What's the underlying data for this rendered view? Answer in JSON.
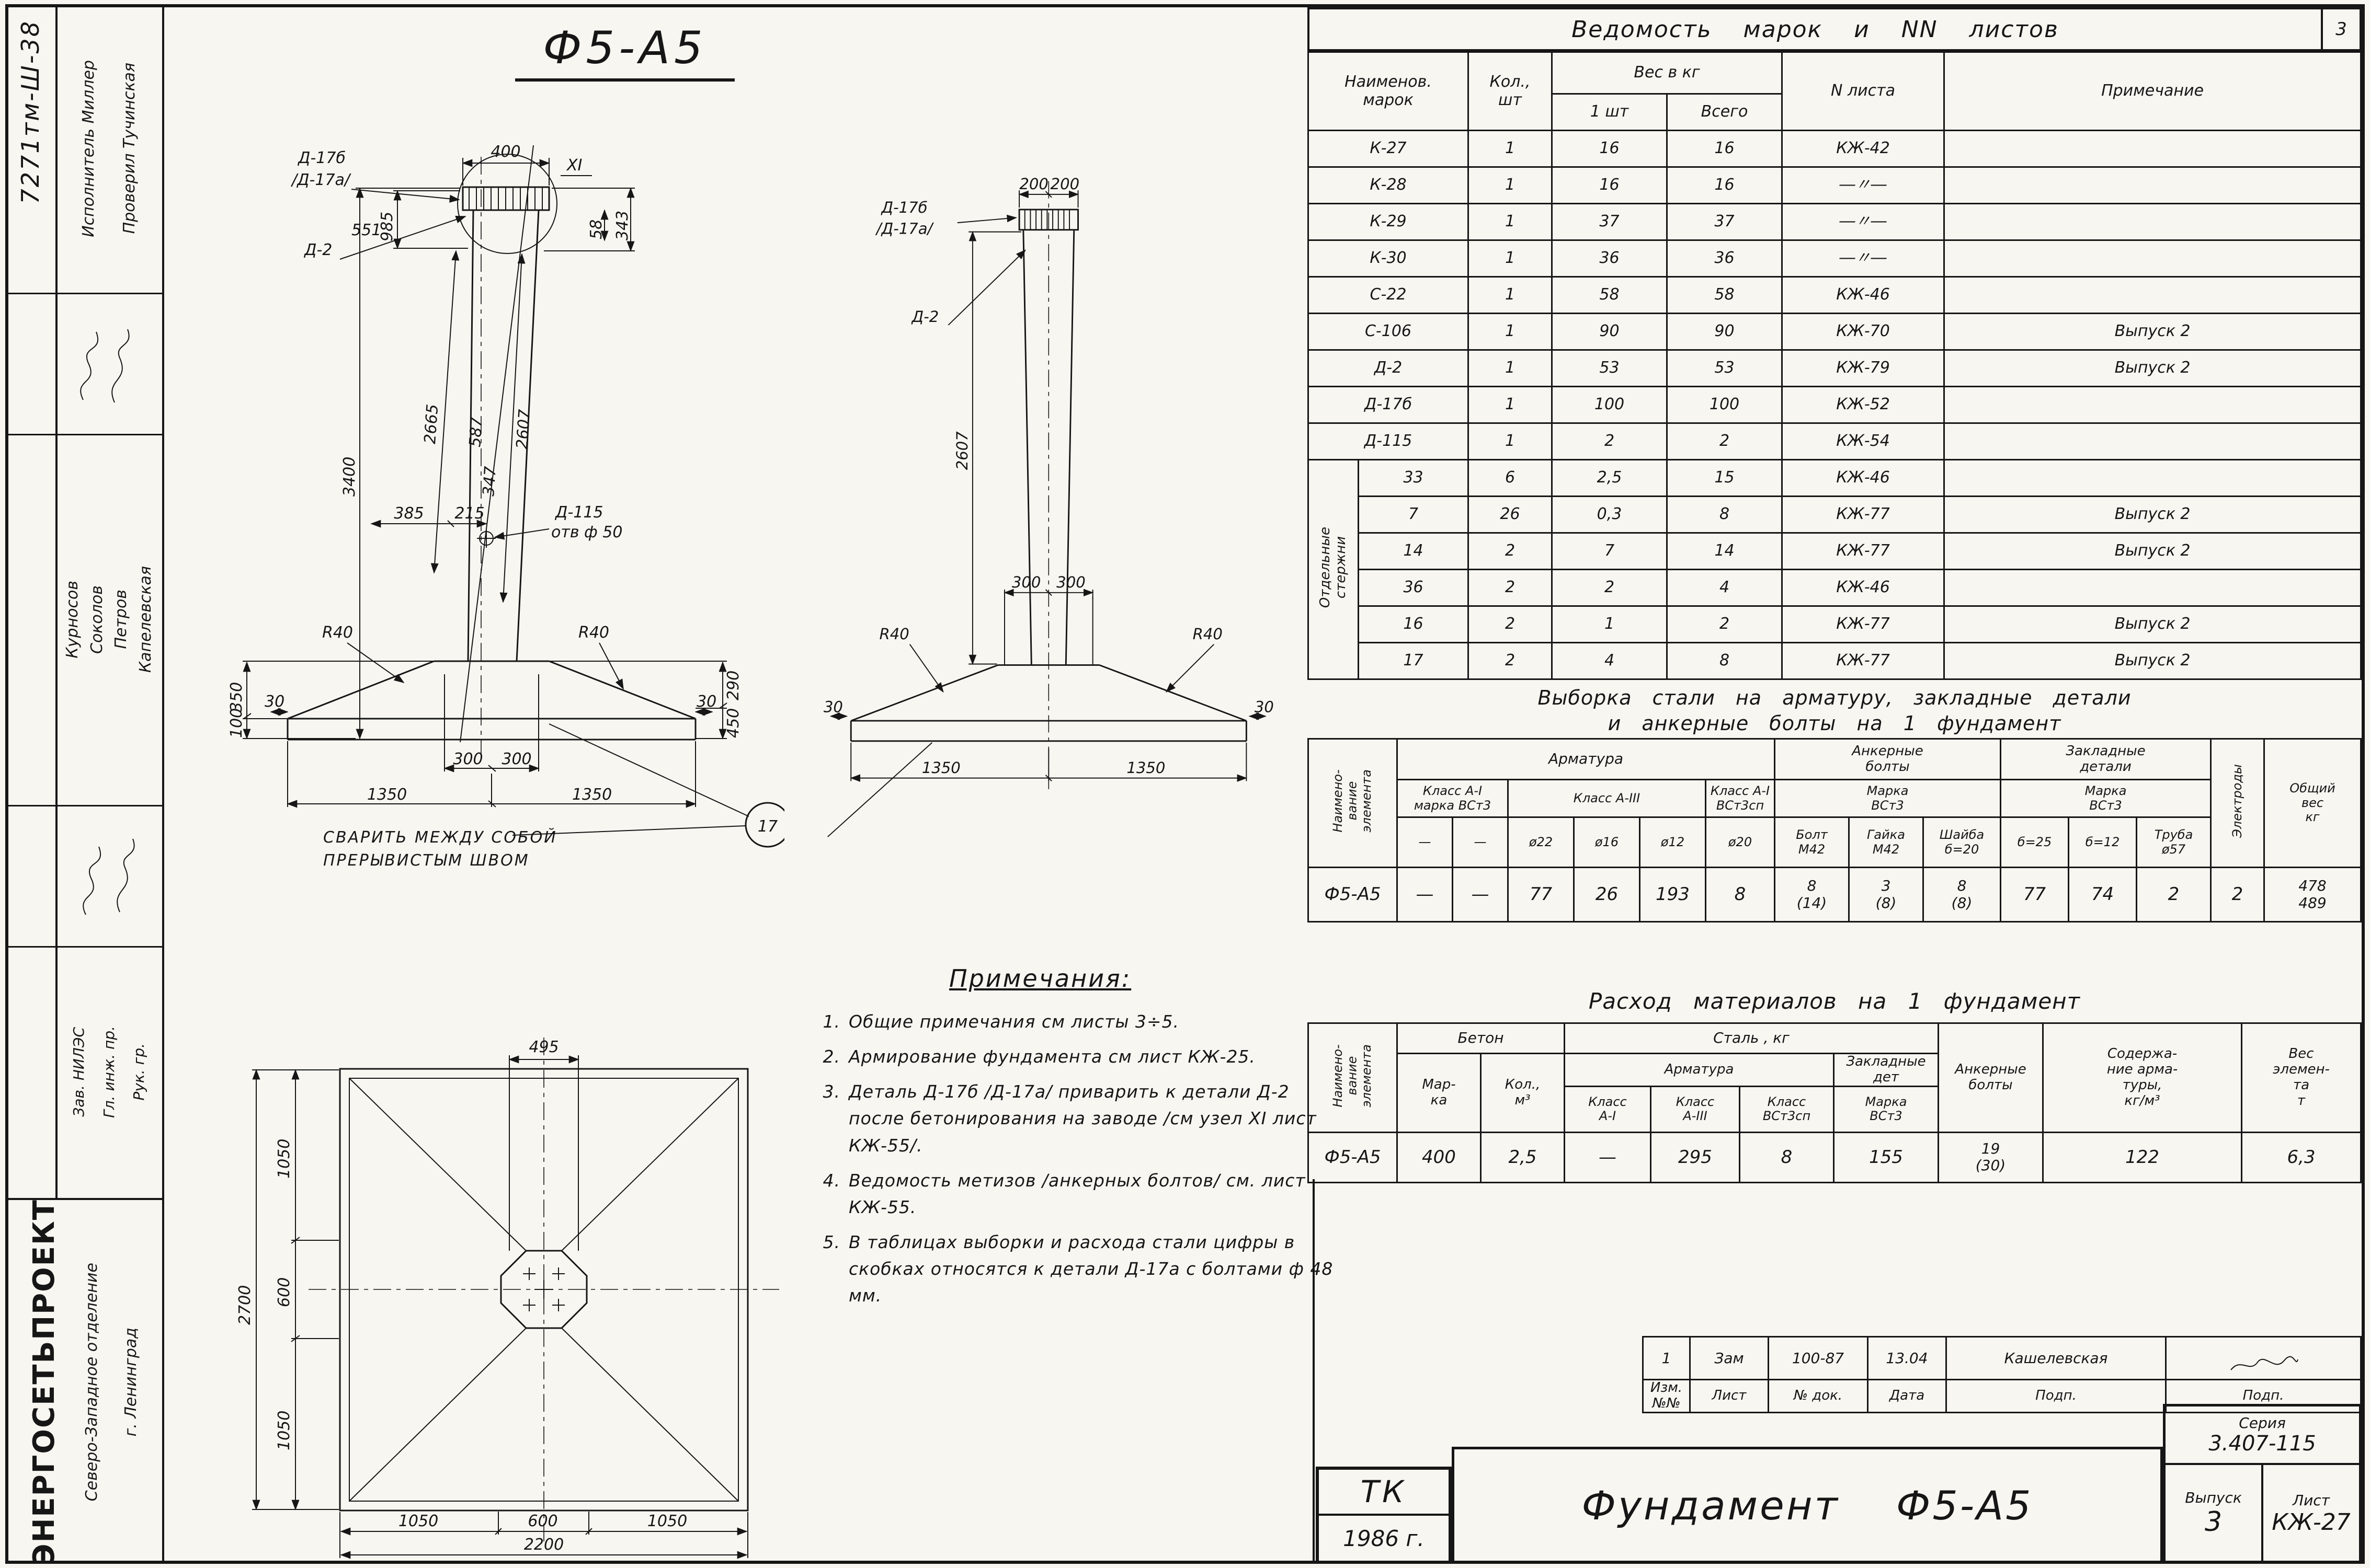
{
  "margin": {
    "doc_no": "7271тм-Ш-38",
    "sig_executor": "Исполнитель Миллер",
    "sig_checker": "Проверил Тучинская",
    "names": [
      "Курносов",
      "Соколов",
      "Петров",
      "Капелевская"
    ],
    "roles": [
      "Зав. НИЛЭС",
      "Гл. инж. пр.",
      "Рук. гр."
    ],
    "org_name": "ЭНЕРГОСЕТЬПРОЕКТ",
    "org_branch": "Северо-Западное отделение",
    "org_city": "г. Ленинград"
  },
  "drawing": {
    "title": "Ф5-А5",
    "front": {
      "d400": "400",
      "d985": "985",
      "d343": "343",
      "d58": "58",
      "d551": "551",
      "d2665": "2665",
      "d2607": "2607",
      "d587": "587",
      "d347": "347",
      "d3400": "3400",
      "d385": "385",
      "d215": "215",
      "lbl_d115": "Д-115",
      "lbl_otv": "отв ф 50",
      "r40_left": "R40",
      "r40_right": "R40",
      "d30_left": "30",
      "d30_right": "30",
      "d350": "350",
      "d100": "100",
      "d290": "290",
      "d450": "450",
      "d300a": "300",
      "d300b": "300",
      "d1350a": "1350",
      "d1350b": "1350",
      "lbl_d17b": "Д-17б",
      "lbl_d17a": "/Д-17а/",
      "lbl_d2": "Д-2",
      "node": "XI"
    },
    "side": {
      "d200a": "200",
      "d200b": "200",
      "lbl_d17b": "Д-17б",
      "lbl_d17a": "/Д-17а/",
      "lbl_d2": "Д-2",
      "d2607": "2607",
      "d300a": "300",
      "d300b": "300",
      "r40_left": "R40",
      "r40_right": "R40",
      "d30_left": "30",
      "d30_right": "30",
      "d1350a": "1350",
      "d1350b": "1350"
    },
    "plan": {
      "d495": "495",
      "d2700": "2700",
      "l1050a": "1050",
      "l600": "600",
      "l1050b": "1050",
      "b1050a": "1050",
      "b600": "600",
      "b1050b": "1050",
      "d2200": "2200"
    },
    "detail": {
      "num": "17",
      "weld_line1": "СВАРИТЬ МЕЖДУ СОБОЙ",
      "weld_line2": "ПРЕРЫВИСТЫМ ШВОМ"
    }
  },
  "notes": {
    "title": "Примечания:",
    "items": [
      {
        "num": "1.",
        "text": "Общие примечания см листы 3÷5."
      },
      {
        "num": "2.",
        "text": "Армирование фундамента см лист КЖ-25."
      },
      {
        "num": "3.",
        "text": "Деталь Д-17б /Д-17а/ приварить к детали Д-2 после бетонирования на заводе /см узел XI лист КЖ-55/."
      },
      {
        "num": "4.",
        "text": "Ведомость метизов /анкерных болтов/ см. лист КЖ-55."
      },
      {
        "num": "5.",
        "text": "В таблицах выборки и расхода стали цифры в скобках относятся к детали Д-17а с болтами ф 48 мм."
      }
    ]
  },
  "table_marks": {
    "title": "Ведомость марок и NN листов",
    "corner": "3",
    "head": {
      "name": "Наименов.\nмарок",
      "qty": "Кол.,\nшт",
      "weight": "Вес в кг",
      "w_each": "1 шт",
      "w_total": "Всего",
      "sheet": "N листа",
      "note": "Примечание"
    },
    "rows": [
      {
        "name": "К-27",
        "qty": "1",
        "w1": "16",
        "wt": "16",
        "sheet": "КЖ-42",
        "note": ""
      },
      {
        "name": "К-28",
        "qty": "1",
        "w1": "16",
        "wt": "16",
        "sheet": "―〃―",
        "note": ""
      },
      {
        "name": "К-29",
        "qty": "1",
        "w1": "37",
        "wt": "37",
        "sheet": "―〃―",
        "note": ""
      },
      {
        "name": "К-30",
        "qty": "1",
        "w1": "36",
        "wt": "36",
        "sheet": "―〃―",
        "note": ""
      },
      {
        "name": "С-22",
        "qty": "1",
        "w1": "58",
        "wt": "58",
        "sheet": "КЖ-46",
        "note": ""
      },
      {
        "name": "С-106",
        "qty": "1",
        "w1": "90",
        "wt": "90",
        "sheet": "КЖ-70",
        "note": "Выпуск 2"
      },
      {
        "name": "Д-2",
        "qty": "1",
        "w1": "53",
        "wt": "53",
        "sheet": "КЖ-79",
        "note": "Выпуск 2"
      },
      {
        "name": "Д-17б",
        "qty": "1",
        "w1": "100",
        "wt": "100",
        "sheet": "КЖ-52",
        "note": ""
      },
      {
        "name": "Д-115",
        "qty": "1",
        "w1": "2",
        "wt": "2",
        "sheet": "КЖ-54",
        "note": ""
      }
    ],
    "group_label": "Отдельные\nстержни",
    "group_rows": [
      {
        "name": "33",
        "qty": "6",
        "w1": "2,5",
        "wt": "15",
        "sheet": "КЖ-46",
        "note": ""
      },
      {
        "name": "7",
        "qty": "26",
        "w1": "0,3",
        "wt": "8",
        "sheet": "КЖ-77",
        "note": "Выпуск 2"
      },
      {
        "name": "14",
        "qty": "2",
        "w1": "7",
        "wt": "14",
        "sheet": "КЖ-77",
        "note": "Выпуск 2"
      },
      {
        "name": "36",
        "qty": "2",
        "w1": "2",
        "wt": "4",
        "sheet": "КЖ-46",
        "note": ""
      },
      {
        "name": "16",
        "qty": "2",
        "w1": "1",
        "wt": "2",
        "sheet": "КЖ-77",
        "note": "Выпуск 2"
      },
      {
        "name": "17",
        "qty": "2",
        "w1": "4",
        "wt": "8",
        "sheet": "КЖ-77",
        "note": "Выпуск 2"
      }
    ]
  },
  "table_steel": {
    "title": "Выборка стали на арматуру, закладные детали\nи анкерные болты на 1 фундамент",
    "head": {
      "element": "Наимено-\nвание\nэлемента",
      "rebar": "Арматура",
      "anchors": "Анкерные\nболты",
      "embeds": "Закладные\nдетали",
      "electrodes": "Электроды",
      "total": "Общий\nвес\nкг",
      "a1": "Класс А-I\nмарка ВСт3",
      "a3": "Класс А-III",
      "a1sp": "Класс А-I\nВСт3сп",
      "anchors_mark": "Марка\nВСт3",
      "embeds_mark": "Марка\nВСт3",
      "cols": [
        "—",
        "—",
        "ø22",
        "ø16",
        "ø12",
        "ø20",
        "Болт\nМ42",
        "Гайка\nМ42",
        "Шайба\nб=20",
        "б=25",
        "б=12",
        "Труба\nø57"
      ]
    },
    "row": {
      "element": "Ф5-А5",
      "values": [
        "—",
        "—",
        "77",
        "26",
        "193",
        "8",
        "8\n(14)",
        "3\n(8)",
        "8\n(8)",
        "77",
        "74",
        "2",
        "2",
        "478\n489"
      ]
    }
  },
  "table_materials": {
    "title": "Расход материалов на 1 фундамент",
    "head": {
      "element": "Наимено-\nвание\nэлемента",
      "concrete": "Бетон",
      "steel": "Сталь , кг",
      "mark": "Мар-\nка",
      "vol": "Кол.,\nм³",
      "rebar": "Арматура",
      "embeds": "Закладные дет",
      "a1": "Класс\nА-I",
      "a3": "Класс\nА-III",
      "vst": "Класс\nВСт3сп",
      "embeds_mark": "Марка\nВСт3",
      "anchors": "Анкерные\nболты",
      "content": "Содержа-\nние арма-\nтуры,\nкг/м³",
      "weight": "Вес\nэлемен-\nта\nт"
    },
    "row": {
      "element": "Ф5-А5",
      "values": [
        "400",
        "2,5",
        "—",
        "295",
        "8",
        "155",
        "19\n(30)",
        "122",
        "6,3"
      ]
    }
  },
  "revision": {
    "row_values": [
      "1",
      "Зам",
      "100-87",
      "13.04",
      "Кашелевская"
    ],
    "row_labels": [
      "Изм.№№",
      "Лист",
      "№ док.",
      "Дата",
      "Подп.",
      "Подп."
    ]
  },
  "title_block": {
    "tk": "ТК",
    "year": "1986 г.",
    "title": "Фундамент Ф5-А5",
    "series_label": "Серия",
    "series": "3.407-115",
    "issue_label": "Выпуск",
    "issue": "3",
    "sheet_label": "Лист",
    "sheet": "КЖ-27"
  }
}
